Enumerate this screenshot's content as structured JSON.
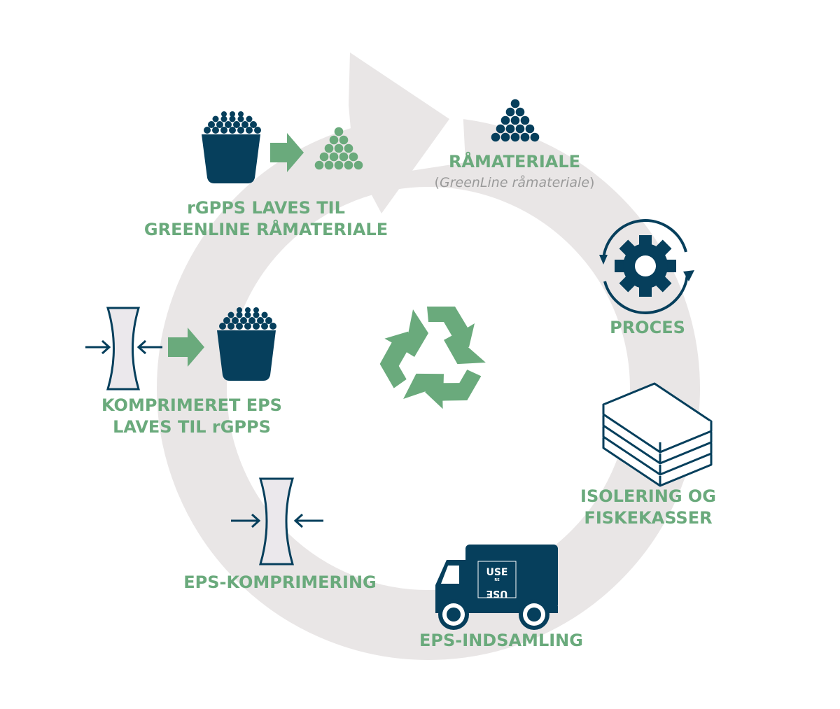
{
  "colors": {
    "navy": "#063f5c",
    "green": "#6aaa7c",
    "ring": "#e9e6e6",
    "lightbox": "#ebe8ec",
    "subtext": "#9a9a9a"
  },
  "steps": {
    "raw_material": {
      "title": "RÅMATERIALE",
      "sub_open": "(",
      "sub_italic": "GreenLine råmateriale",
      "sub_close": ")",
      "icon": "bead-pyramid-icon"
    },
    "process": {
      "title": "PROCES",
      "icon": "gear-cycle-icon"
    },
    "insulation": {
      "line1": "ISOLERING OG",
      "line2": "FISKEKASSER",
      "icon": "stacked-boards-icon"
    },
    "collection": {
      "title": "EPS-INDSAMLING",
      "icon": "truck-icon",
      "truck_top": "USE",
      "truck_small": "RE",
      "truck_bottom": "USE"
    },
    "compression": {
      "title": "EPS-KOMPRIMERING",
      "icon": "compression-icon"
    },
    "compressed_to_rgpps": {
      "line1": "KOMPRIMERET EPS",
      "line2": "LAVES TIL rGPPS",
      "icon": "bucket-icon"
    },
    "rgpps_to_greenline": {
      "line1": "rGPPS LAVES TIL",
      "line2": "GREENLINE RÅMATERIALE",
      "icon": "bucket-icon"
    }
  },
  "center": {
    "icon": "recycle-icon"
  }
}
